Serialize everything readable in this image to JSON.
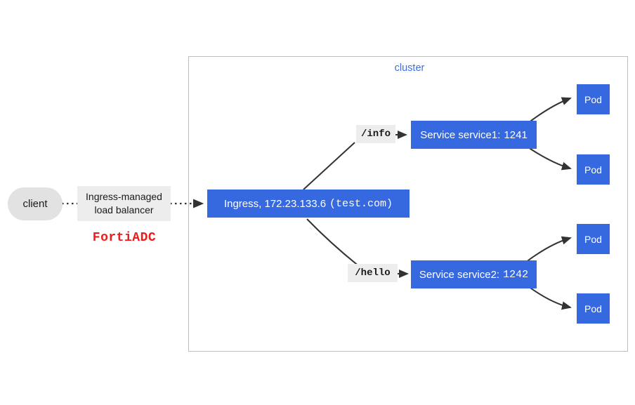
{
  "diagram": {
    "type": "kubernetes-ingress-architecture",
    "background_color": "#ffffff",
    "accent_blue": "#3668e0",
    "label_blue": "#3d6fe0",
    "alert_red": "#ef1b1b",
    "chip_gray": "#ededed",
    "client_gray": "#e2e2e2",
    "border_gray": "#bdbdbd"
  },
  "cluster": {
    "label": "cluster"
  },
  "client": {
    "label": "client"
  },
  "load_balancer": {
    "line1": "Ingress-managed",
    "line2": "load balancer",
    "vendor": "FortiADC"
  },
  "ingress": {
    "prefix": "Ingress, 172.23.133.6",
    "host": "(test.com)"
  },
  "paths": [
    {
      "label": "/info"
    },
    {
      "label": "/hello"
    }
  ],
  "services": [
    {
      "prefix": "Service service1:",
      "port": "1241"
    },
    {
      "prefix": "Service service2:",
      "port": "1242"
    }
  ],
  "pods": [
    {
      "label": "Pod"
    },
    {
      "label": "Pod"
    },
    {
      "label": "Pod"
    },
    {
      "label": "Pod"
    }
  ]
}
